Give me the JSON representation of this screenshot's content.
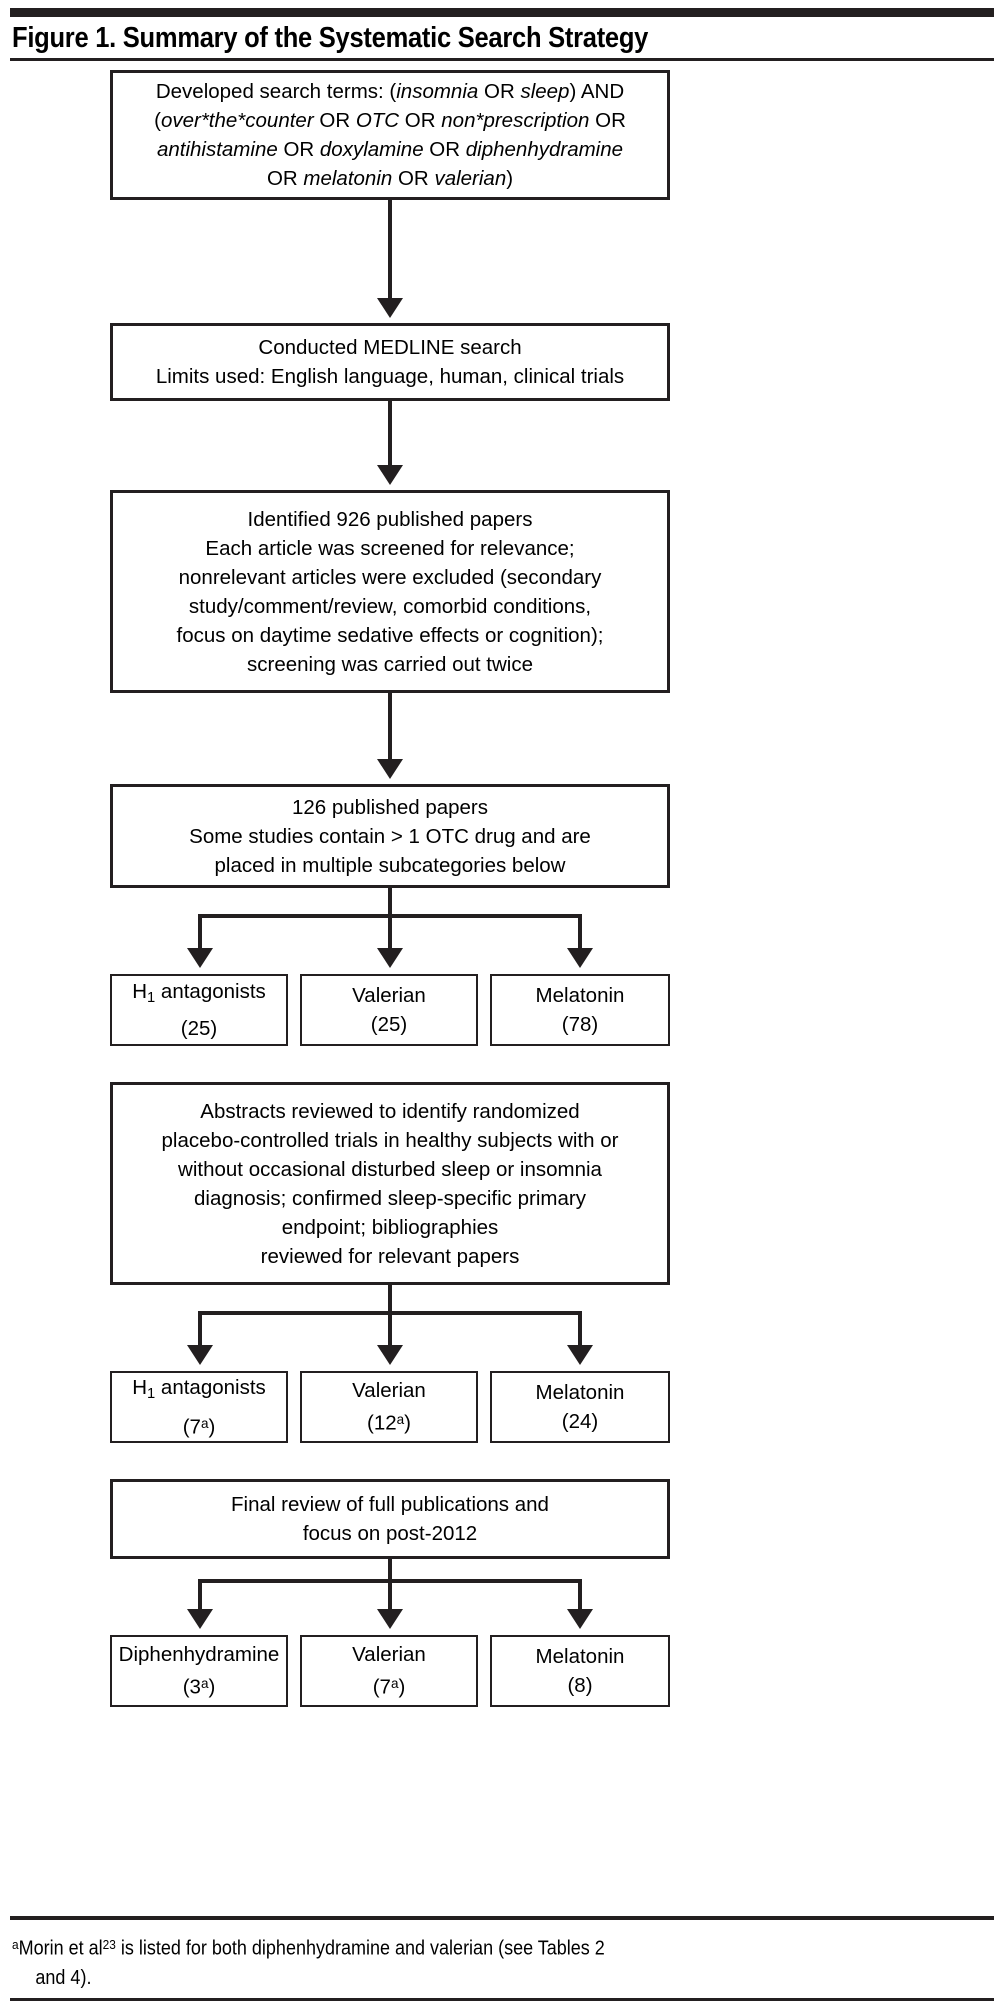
{
  "figure": {
    "title": "Figure 1. Summary of the Systematic Search Strategy",
    "footnote_main": "Morin et al",
    "footnote_ref": "23",
    "footnote_rest": " is listed for both diphenhydramine and valerian (see Tables 2",
    "footnote_cont": "and 4).",
    "footnote_marker": "a"
  },
  "colors": {
    "ink": "#231f20",
    "paper": "#ffffff"
  },
  "flow": {
    "search_terms": {
      "line1_a": "Developed search terms: (",
      "line1_i1": "insomnia",
      "line1_b": " OR ",
      "line1_i2": "sleep",
      "line1_c": ") AND",
      "line2_a": "(",
      "line2_i1": "over*the*counter",
      "line2_b": " OR ",
      "line2_i2": "OTC",
      "line2_c": " OR ",
      "line2_i3": "non*prescription",
      "line2_d": " OR",
      "line3_i1": "antihistamine",
      "line3_a": " OR ",
      "line3_i2": "doxylamine",
      "line3_b": " OR ",
      "line3_i3": "diphenhydramine",
      "line4_a": "OR ",
      "line4_i1": "melatonin",
      "line4_b": " OR ",
      "line4_i2": "valerian",
      "line4_c": ")"
    },
    "medline": {
      "line1": "Conducted MEDLINE search",
      "line2": "Limits used: English language, human, clinical trials"
    },
    "identified": {
      "line1": "Identified 926 published papers",
      "line2": "Each article was screened for relevance;",
      "line3": "nonrelevant articles were excluded (secondary",
      "line4": "study/comment/review, comorbid conditions,",
      "line5": "focus on daytime sedative effects or cognition);",
      "line6": "screening was carried out twice"
    },
    "papers126": {
      "line1": "126 published papers",
      "line2": "Some studies contain > 1 OTC drug and are",
      "line3": "placed in multiple subcategories below"
    },
    "row1": [
      {
        "name_pre": "H",
        "name_sub": "1",
        "name_post": " antagonists",
        "count": "(25)"
      },
      {
        "name_pre": "Valerian",
        "name_sub": "",
        "name_post": "",
        "count": "(25)"
      },
      {
        "name_pre": "Melatonin",
        "name_sub": "",
        "name_post": "",
        "count": "(78)"
      }
    ],
    "abstracts": {
      "line1": "Abstracts reviewed to identify randomized",
      "line2": "placebo-controlled trials in healthy subjects with or",
      "line3": "without occasional disturbed sleep or insomnia",
      "line4": "diagnosis; confirmed sleep-specific primary",
      "line5": "endpoint; bibliographies",
      "line6": "reviewed for relevant papers"
    },
    "row2": [
      {
        "name_pre": "H",
        "name_sub": "1",
        "name_post": " antagonists",
        "count_pre": "(7",
        "count_sup": "a",
        "count_post": ")"
      },
      {
        "name_pre": "Valerian",
        "name_sub": "",
        "name_post": "",
        "count_pre": "(12",
        "count_sup": "a",
        "count_post": ")"
      },
      {
        "name_pre": "Melatonin",
        "name_sub": "",
        "name_post": "",
        "count_pre": "(24",
        "count_sup": "",
        "count_post": ")"
      }
    ],
    "final_review": {
      "line1": "Final review of full publications and",
      "line2": "focus on post-2012"
    },
    "row3": [
      {
        "name_pre": "Diphenhydramine",
        "name_sub": "",
        "name_post": "",
        "count_pre": "(3",
        "count_sup": "a",
        "count_post": ")"
      },
      {
        "name_pre": "Valerian",
        "name_sub": "",
        "name_post": "",
        "count_pre": "(7",
        "count_sup": "a",
        "count_post": ")"
      },
      {
        "name_pre": "Melatonin",
        "name_sub": "",
        "name_post": "",
        "count_pre": "(8",
        "count_sup": "",
        "count_post": ")"
      }
    ]
  },
  "chart_data": {
    "type": "diagram",
    "title": "Figure 1. Summary of the Systematic Search Strategy",
    "nodes": [
      {
        "id": "search_terms",
        "label": "Developed search terms: (insomnia OR sleep) AND (over*the*counter OR OTC OR non*prescription OR antihistamine OR doxylamine OR diphenhydramine OR melatonin OR valerian)"
      },
      {
        "id": "medline",
        "label": "Conducted MEDLINE search; Limits used: English language, human, clinical trials"
      },
      {
        "id": "identified",
        "label": "Identified 926 published papers",
        "value": 926
      },
      {
        "id": "papers126",
        "label": "126 published papers",
        "value": 126
      },
      {
        "id": "h1_25",
        "label": "H1 antagonists",
        "value": 25
      },
      {
        "id": "val_25",
        "label": "Valerian",
        "value": 25
      },
      {
        "id": "mel_78",
        "label": "Melatonin",
        "value": 78
      },
      {
        "id": "abstracts",
        "label": "Abstracts reviewed to identify randomized placebo-controlled trials"
      },
      {
        "id": "h1_7",
        "label": "H1 antagonists",
        "value": 7
      },
      {
        "id": "val_12",
        "label": "Valerian",
        "value": 12
      },
      {
        "id": "mel_24",
        "label": "Melatonin",
        "value": 24
      },
      {
        "id": "final_review",
        "label": "Final review of full publications and focus on post-2012"
      },
      {
        "id": "dip_3",
        "label": "Diphenhydramine",
        "value": 3
      },
      {
        "id": "val_7",
        "label": "Valerian",
        "value": 7
      },
      {
        "id": "mel_8",
        "label": "Melatonin",
        "value": 8
      }
    ],
    "edges": [
      [
        "search_terms",
        "medline"
      ],
      [
        "medline",
        "identified"
      ],
      [
        "identified",
        "papers126"
      ],
      [
        "papers126",
        "h1_25"
      ],
      [
        "papers126",
        "val_25"
      ],
      [
        "papers126",
        "mel_78"
      ],
      [
        "abstracts",
        "h1_7"
      ],
      [
        "abstracts",
        "val_12"
      ],
      [
        "abstracts",
        "mel_24"
      ],
      [
        "final_review",
        "dip_3"
      ],
      [
        "final_review",
        "val_7"
      ],
      [
        "final_review",
        "mel_8"
      ]
    ]
  }
}
